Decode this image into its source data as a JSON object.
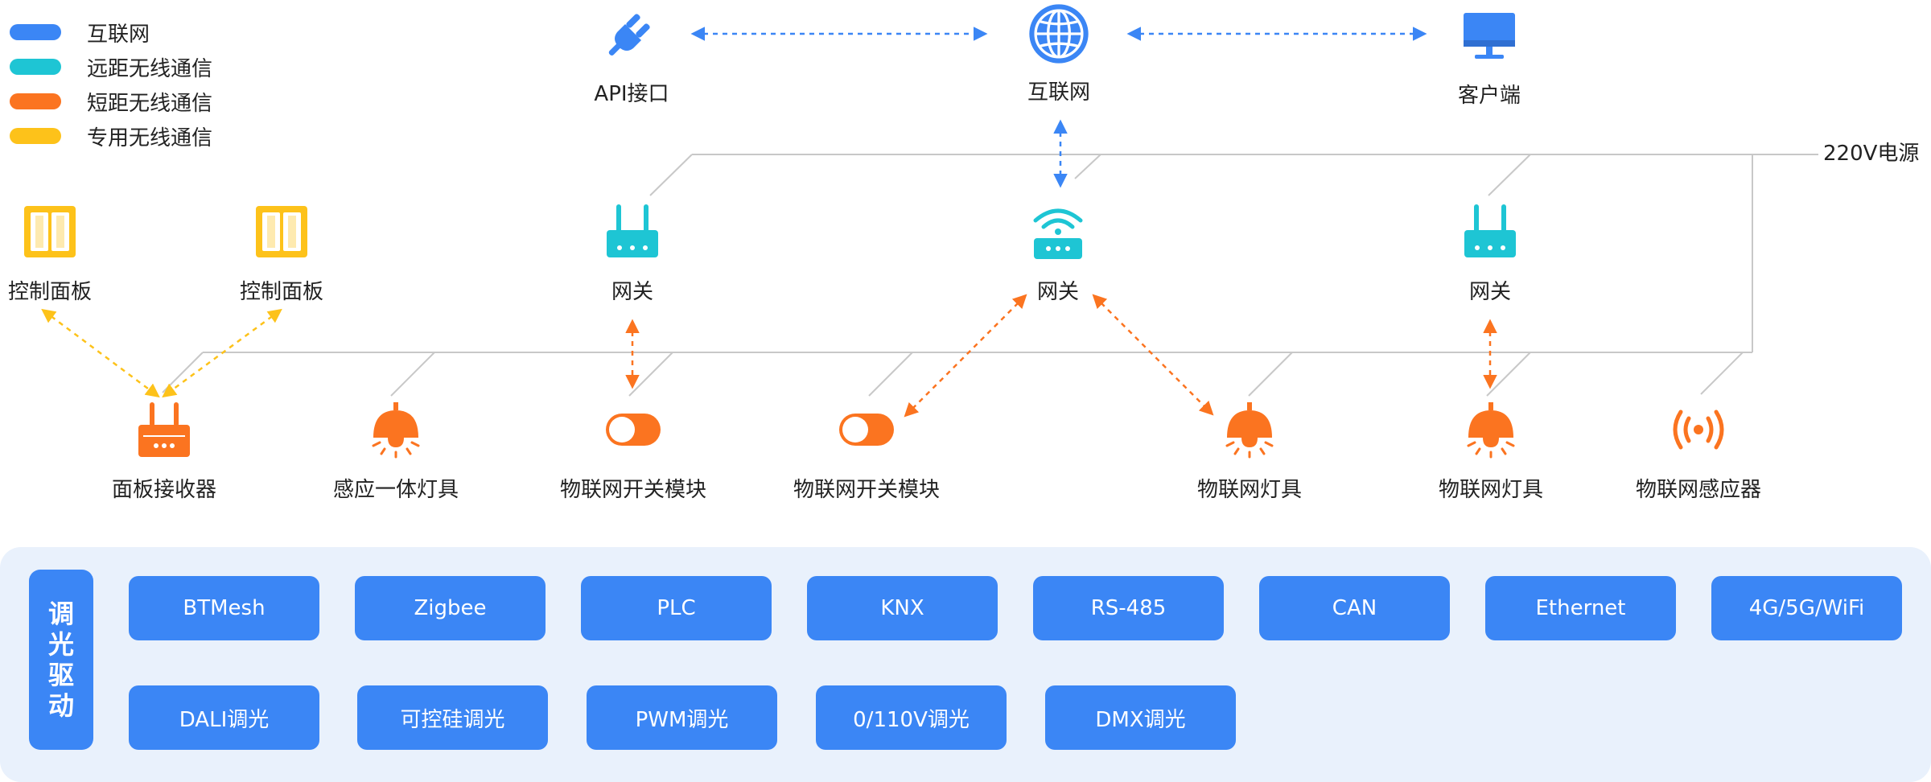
{
  "colors": {
    "internet": "#3b86f5",
    "long_range": "#1ec5d4",
    "short_range": "#fb7420",
    "dedicated": "#fdc21a",
    "power_line": "#c8c8c8",
    "panel_bg": "#e9f1fc"
  },
  "legend": [
    {
      "label": "互联网",
      "color": "#3b86f5"
    },
    {
      "label": "远距无线通信",
      "color": "#1ec5d4"
    },
    {
      "label": "短距无线通信",
      "color": "#fb7420"
    },
    {
      "label": "专用无线通信",
      "color": "#fdc21a"
    }
  ],
  "top_nodes": {
    "api": {
      "label": "API接口",
      "icon": "plug-icon"
    },
    "internet": {
      "label": "互联网",
      "icon": "globe-icon"
    },
    "client": {
      "label": "客户端",
      "icon": "monitor-icon"
    }
  },
  "power_label": "220V电源",
  "gateways": [
    {
      "label": "网关",
      "icon": "router-antenna-icon"
    },
    {
      "label": "网关",
      "icon": "wifi-gateway-icon"
    },
    {
      "label": "网关",
      "icon": "router-antenna-icon"
    }
  ],
  "control_panels": [
    {
      "label": "控制面板",
      "icon": "switch-panel-icon"
    },
    {
      "label": "控制面板",
      "icon": "switch-panel-icon"
    }
  ],
  "devices": [
    {
      "label": "面板接收器",
      "icon": "receiver-icon"
    },
    {
      "label": "感应一体灯具",
      "icon": "lamp-icon"
    },
    {
      "label": "物联网开关模块",
      "icon": "toggle-icon"
    },
    {
      "label": "物联网开关模块",
      "icon": "toggle-icon"
    },
    {
      "label": "物联网灯具",
      "icon": "lamp-icon"
    },
    {
      "label": "物联网灯具",
      "icon": "lamp-icon"
    },
    {
      "label": "物联网感应器",
      "icon": "sensor-icon"
    }
  ],
  "panel": {
    "title": "调光驱动",
    "protocols_row1": [
      "BTMesh",
      "Zigbee",
      "PLC",
      "KNX",
      "RS-485",
      "CAN",
      "Ethernet",
      "4G/5G/WiFi"
    ],
    "protocols_row2": [
      "DALI调光",
      "可控硅调光",
      "PWM调光",
      "0/110V调光",
      "DMX调光"
    ]
  }
}
